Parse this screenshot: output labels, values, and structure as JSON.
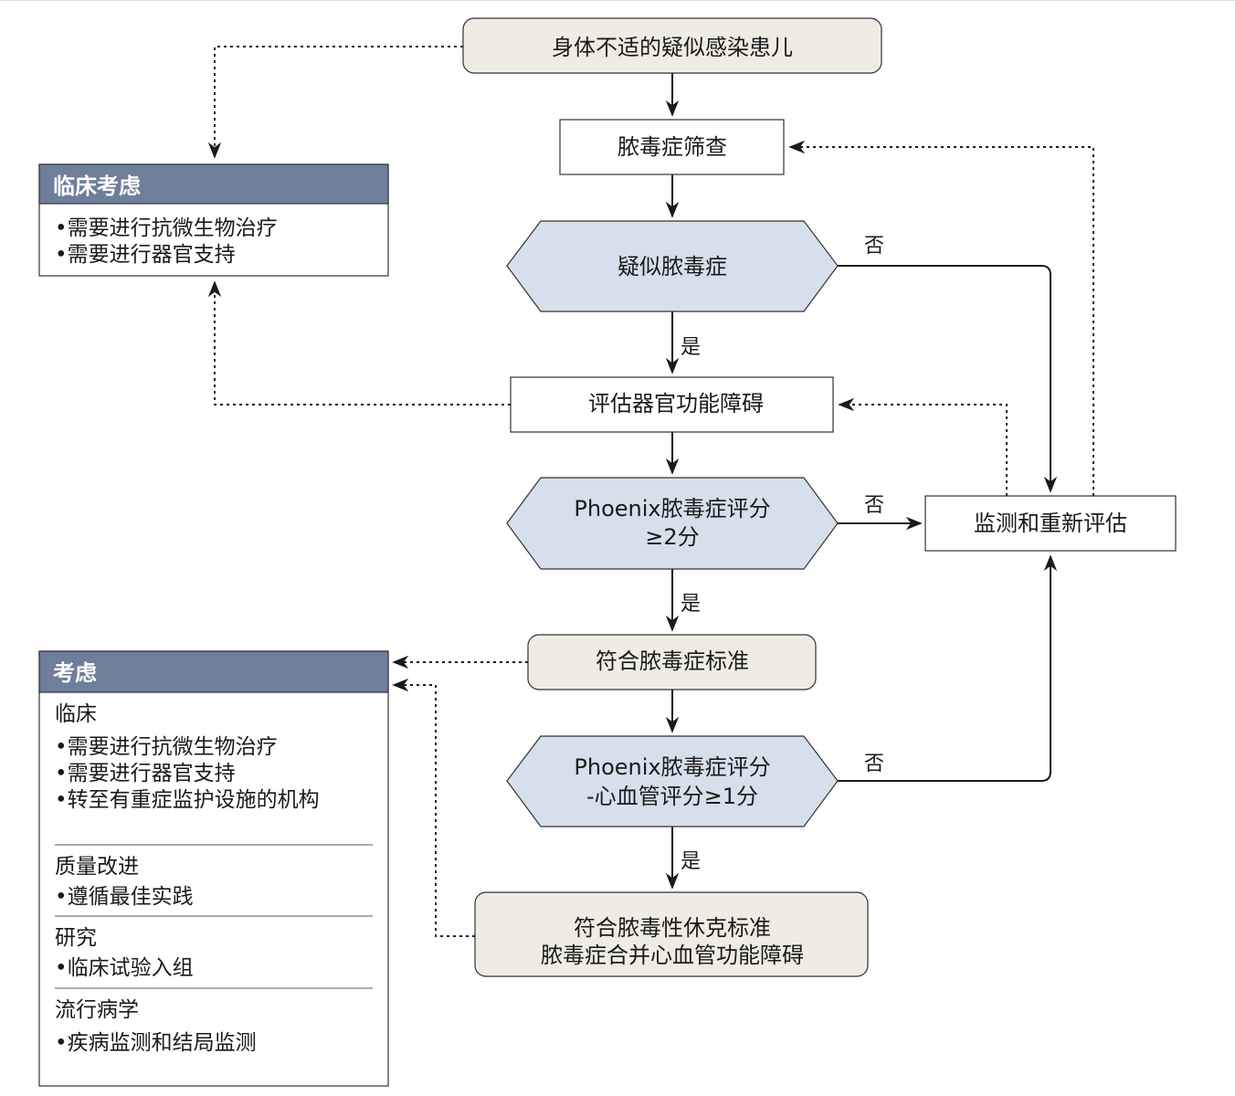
{
  "colors": {
    "header": "#6e7e9b",
    "decision_fill": "#d6e0ec",
    "terminal_fill": "#efede3",
    "line": "#1a1a1a"
  },
  "nodes": {
    "start": "身体不适的疑似感染患儿",
    "screening": "脓毒症筛查",
    "suspected": "疑似脓毒症",
    "assess": "评估器官功能障碍",
    "phoenix1": [
      "Phoenix脓毒症评分",
      "≥2分"
    ],
    "monitor": "监测和重新评估",
    "criteria": "符合脓毒症标准",
    "phoenix2": [
      "Phoenix脓毒症评分",
      "-心血管评分≥1分"
    ],
    "shock": [
      "符合脓毒性休克标准",
      "脓毒症合并心血管功能障碍"
    ]
  },
  "edge_labels": {
    "yes": "是",
    "no": "否"
  },
  "clinical_box": {
    "title": "临床考虑",
    "items": [
      "•需要进行抗微生物治疗",
      "•需要进行器官支持"
    ]
  },
  "considerations_box": {
    "title": "考虑",
    "sections": [
      {
        "heading": "临床",
        "items": [
          "•需要进行抗微生物治疗",
          "•需要进行器官支持",
          "•转至有重症监护设施的机构"
        ]
      },
      {
        "heading": "质量改进",
        "items": [
          "•遵循最佳实践"
        ]
      },
      {
        "heading": "研究",
        "items": [
          "•临床试验入组"
        ]
      },
      {
        "heading": "流行病学",
        "items": [
          "•疾病监测和结局监测"
        ]
      }
    ]
  }
}
